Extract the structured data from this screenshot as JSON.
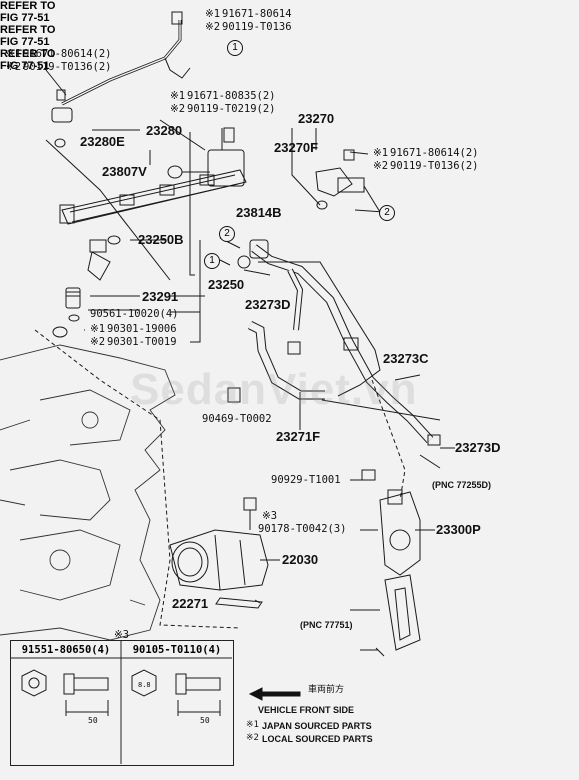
{
  "legend_marks": {
    "m1": "※1",
    "m2": "※2",
    "m3": "※3"
  },
  "labels": {
    "top_a1": "91671-80614",
    "top_a2": "90119-T0136",
    "left_a1": "91671-80614(2)",
    "left_a2": "90119-T0136(2)",
    "mid_a1": "91671-80835(2)",
    "mid_a2": "90119-T0219(2)",
    "right_a1": "91671-80614(2)",
    "right_a2": "90119-T0136(2)",
    "p23270": "23270",
    "p23270F": "23270F",
    "p23280E": "23280E",
    "p23280": "23280",
    "p23807V": "23807V",
    "p23814B": "23814B",
    "p23250B": "23250B",
    "p23291": "23291",
    "p23250": "23250",
    "p90561": "90561-10020(4)",
    "p90301_1": "90301-19006",
    "p90301_2": "90301-T0019",
    "p23273D_a": "23273D",
    "p23273C": "23273C",
    "p23273D_b": "23273D",
    "p90469": "90469-T0002",
    "p23271F": "23271F",
    "p90929": "90929-T1001",
    "p90178": "90178-T0042(3)",
    "p23300P": "23300P",
    "p22030": "22030",
    "p22271": "22271"
  },
  "circled": {
    "c1": "1",
    "c2": "2"
  },
  "refs": {
    "ref1_l1": "REFER TO",
    "ref1_l2": "FIG 77-51",
    "ref1_l3": "(PNC 77255D)",
    "ref2_l1": "REFER TO",
    "ref2_l2": "FIG 77-51",
    "ref2_l3": "(PNC 77751)",
    "ref3_l1": "REFER TO",
    "ref3_l2": "FIG 77-51"
  },
  "table": {
    "col1": "91551-80650(4)",
    "col2": "90105-T0110(4)",
    "dim1": "50",
    "dim2": "50",
    "bolt_mark": "8.8"
  },
  "front": {
    "jp": "車両前方",
    "en": "VEHICLE FRONT SIDE"
  },
  "notes": {
    "n1": "JAPAN SOURCED PARTS",
    "n2": "LOCAL SOURCED PARTS"
  },
  "watermark": "SedanViet.vn"
}
